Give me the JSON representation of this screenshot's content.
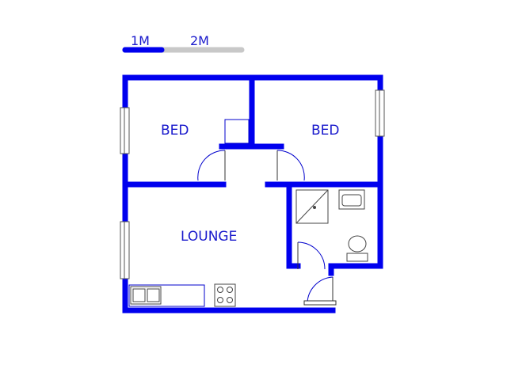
{
  "scale_bar": {
    "label_1m": "1M",
    "label_2m": "2M",
    "colors": {
      "first_meter": "#0000ee",
      "second_meter": "#c8c8c8"
    }
  },
  "rooms": {
    "bed_left": "BED",
    "bed_right": "BED",
    "lounge": "LOUNGE"
  },
  "colors": {
    "wall": "#0000ee",
    "label": "#1a1acc",
    "background": "#ffffff"
  }
}
